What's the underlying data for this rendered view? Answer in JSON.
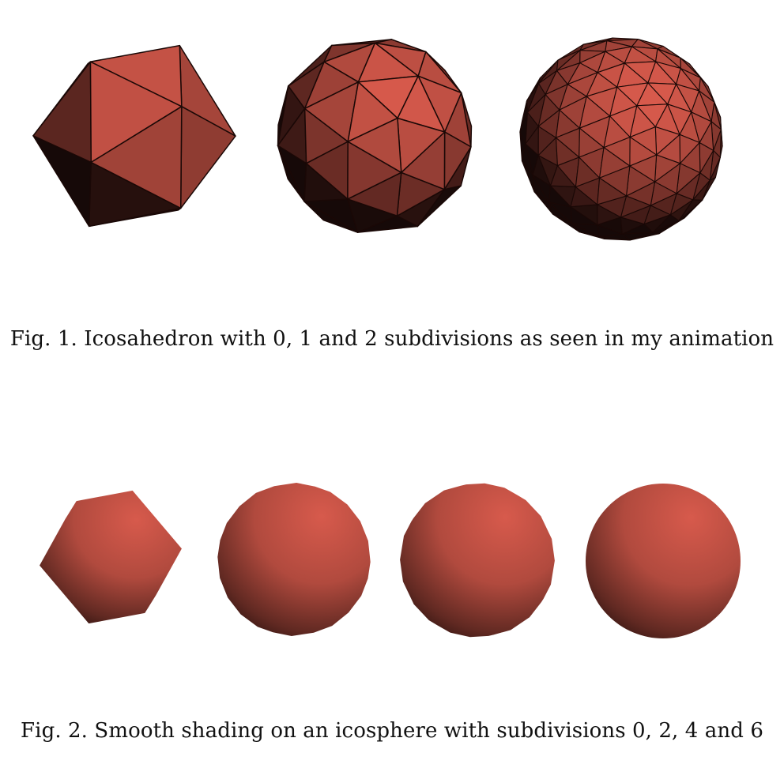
{
  "colors": {
    "surface": "#d85a4c",
    "edge": "#1a0806",
    "shadow": "#120504",
    "background": "#ffffff"
  },
  "figures": [
    {
      "caption": "Fig. 1.  Icosahedron with 0, 1 and 2 subdivisions as seen in my animation",
      "shading": "flat",
      "renders": [
        {
          "name": "icosahedron-0-subdivisions",
          "subdivisions": 0
        },
        {
          "name": "icosahedron-1-subdivision",
          "subdivisions": 1
        },
        {
          "name": "icosahedron-2-subdivisions",
          "subdivisions": 2
        }
      ]
    },
    {
      "caption": "Fig. 2.  Smooth shading on an icosphere with subdivisions 0, 2, 4 and 6",
      "shading": "smooth",
      "renders": [
        {
          "name": "icosphere-0-subdivisions",
          "subdivisions": 0
        },
        {
          "name": "icosphere-2-subdivisions",
          "subdivisions": 2
        },
        {
          "name": "icosphere-4-subdivisions",
          "subdivisions": 4
        },
        {
          "name": "icosphere-6-subdivisions",
          "subdivisions": 6
        }
      ]
    }
  ]
}
